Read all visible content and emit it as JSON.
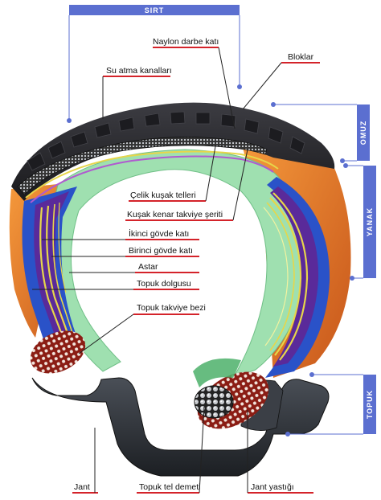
{
  "sections": {
    "sirt": "SIRT",
    "omuz": "OMUZ",
    "yanak": "YANAK",
    "topuk": "TOPUK"
  },
  "labels": {
    "naylon": "Naylon darbe katı",
    "bloklar": "Bloklar",
    "su": "Su atma kanalları",
    "celik": "Çelik kuşak telleri",
    "kusak": "Kuşak kenar takviye şeriti",
    "ikinci": "İkinci gövde katı",
    "birinci": "Birinci gövde katı",
    "astar": "Astar",
    "dolgu": "Topuk dolgusu",
    "bezi": "Topuk takviye bezi",
    "jant": "Jant",
    "tel": "Topuk tel demeti",
    "yastik": "Jant yastığı"
  },
  "colors": {
    "band": "#5b6fd0",
    "underline": "#d4232a",
    "tread": "#2b2b2f",
    "orange": "#e8782a",
    "green": "#9fe0b0",
    "blue": "#2a52c8",
    "purple": "#5a2a9a",
    "yellow": "#e7d64a",
    "rim": "#2e3238"
  }
}
